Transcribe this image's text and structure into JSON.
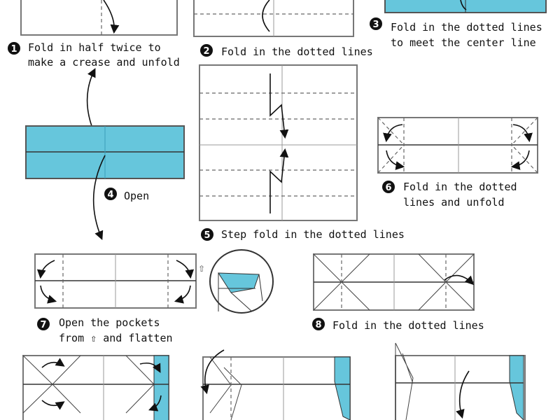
{
  "colors": {
    "paper_blue": "#66c6dc",
    "ink": "#111111"
  },
  "steps": [
    {
      "num": "1",
      "line1": "Fold in half twice to",
      "line2": "make a crease and unfold"
    },
    {
      "num": "2",
      "line1": "Fold in the dotted lines"
    },
    {
      "num": "3",
      "line1": "Fold in the dotted lines",
      "line2": "to meet the center line"
    },
    {
      "num": "4",
      "line1": "Open"
    },
    {
      "num": "5",
      "line1": "Step fold in the dotted lines"
    },
    {
      "num": "6",
      "line1": "Fold in the dotted",
      "line2": "lines and unfold"
    },
    {
      "num": "7",
      "line1": "Open the pockets",
      "line2": "from ⇧ and flatten"
    },
    {
      "num": "8",
      "line1": "Fold in the dotted lines"
    }
  ]
}
